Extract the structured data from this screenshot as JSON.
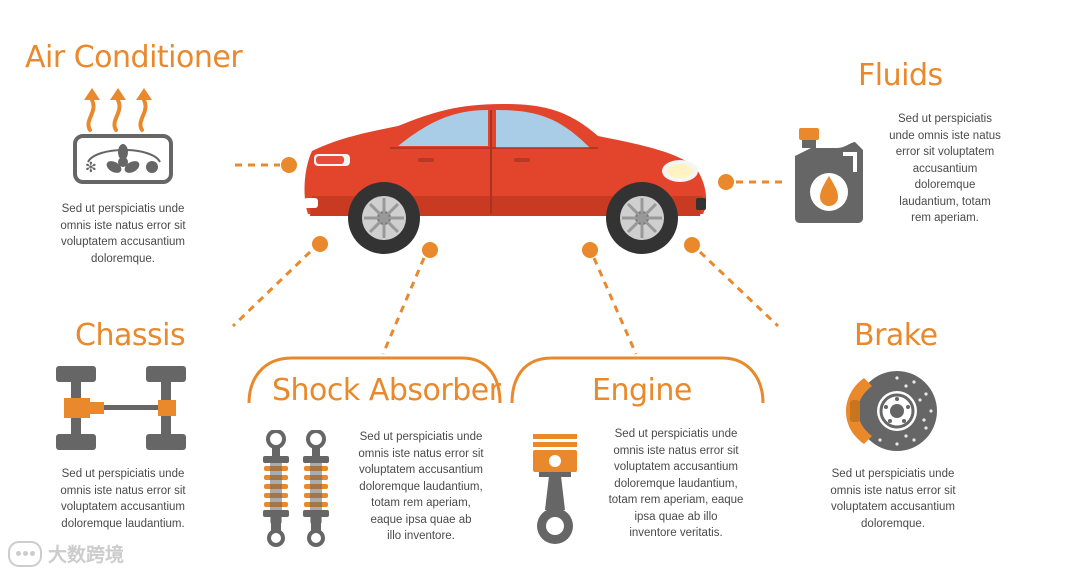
{
  "sections": {
    "air_conditioner": {
      "title": "Air Conditioner",
      "desc_lines": [
        "Sed ut perspiciatis unde",
        "omnis iste natus error sit",
        "voluptatem accusantium",
        "doloremque."
      ]
    },
    "fluids": {
      "title": "Fluids",
      "desc_lines": [
        "Sed ut perspiciatis",
        "unde omnis iste natus",
        "error sit voluptatem",
        "accusantium",
        "doloremque",
        "laudantium, totam",
        "rem aperiam."
      ]
    },
    "chassis": {
      "title": "Chassis",
      "desc_lines": [
        "Sed ut perspiciatis unde",
        "omnis iste natus error sit",
        "voluptatem accusantium",
        "doloremque laudantium."
      ]
    },
    "shock_absorber": {
      "title": "Shock Absorber",
      "desc_lines": [
        "Sed ut perspiciatis unde",
        "omnis iste natus error sit",
        "voluptatem accusantium",
        "doloremque laudantium,",
        "totam rem aperiam,",
        "eaque ipsa quae ab",
        "illo inventore."
      ]
    },
    "engine": {
      "title": "Engine",
      "desc_lines": [
        "Sed ut perspiciatis unde",
        "omnis iste natus error sit",
        "voluptatem accusantium",
        "doloremque laudantium,",
        "totam rem aperiam, eaque",
        "ipsa quae ab illo",
        "inventore veritatis."
      ]
    },
    "brake": {
      "title": "Brake",
      "desc_lines": [
        "Sed ut perspiciatis unde",
        "omnis iste natus error sit",
        "voluptatem accusantium",
        "doloremque."
      ]
    }
  },
  "watermark": {
    "text": "大数跨境"
  },
  "colors": {
    "accent": "#e9892b",
    "car_body": "#e2452b",
    "icon_gray": "#666666",
    "text": "#4a4a4a"
  },
  "icons": {
    "air_conditioner": "ac-unit-icon",
    "fluids": "oil-canister-icon",
    "chassis": "chassis-icon",
    "shock_absorber": "shock-absorber-icon",
    "engine": "piston-icon",
    "brake": "brake-disc-icon"
  }
}
